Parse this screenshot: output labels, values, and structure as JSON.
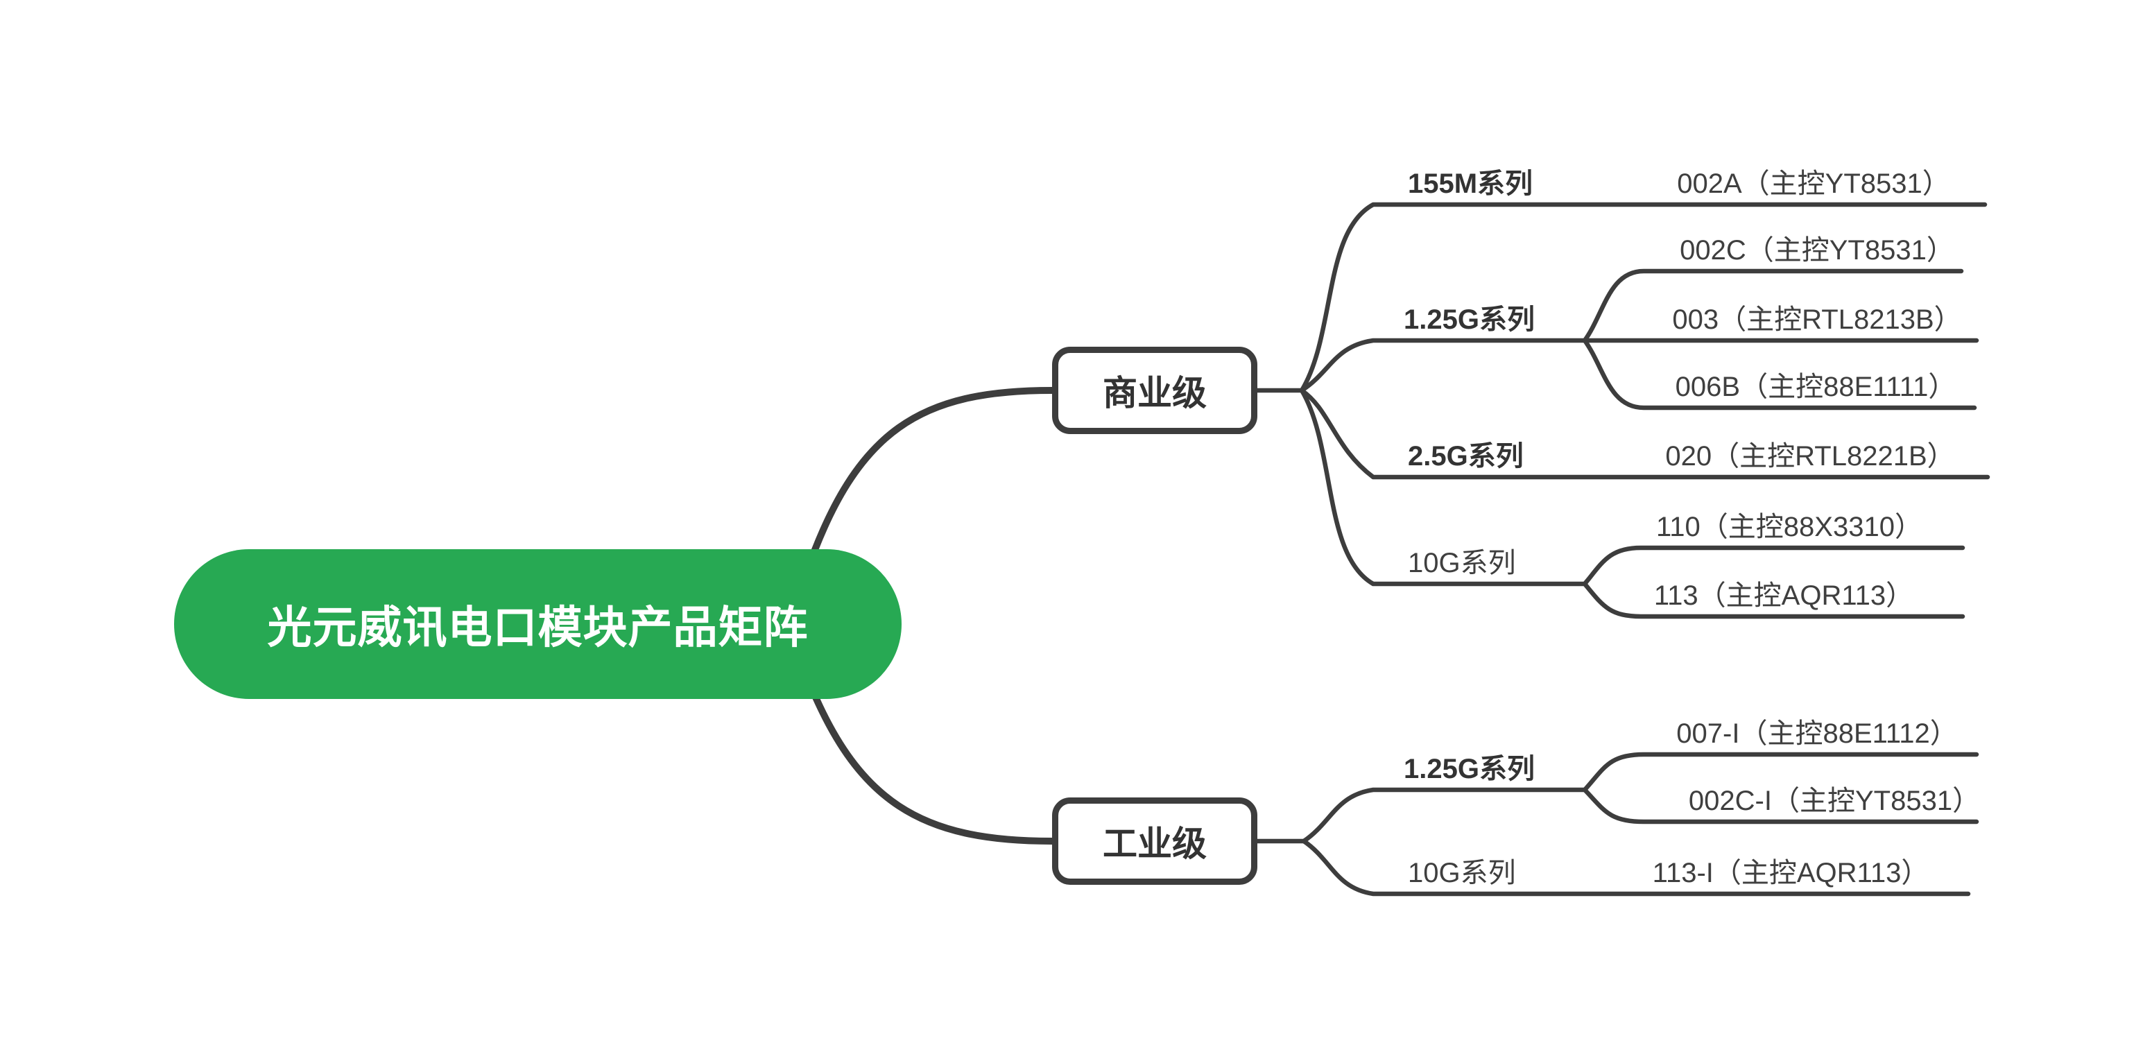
{
  "colors": {
    "accent": "#27A953",
    "line": "#3D3D3D",
    "ink": "#333333",
    "ink_leaf": "#3F3F3F"
  },
  "root": {
    "label": "光元威讯电口模块产品矩阵"
  },
  "branches": [
    {
      "label": "商业级",
      "series": [
        {
          "label": "155M系列",
          "products": [
            "002A（主控YT8531）"
          ]
        },
        {
          "label": "1.25G系列",
          "products": [
            "002C（主控YT8531）",
            "003（主控RTL8213B）",
            "006B（主控88E1111）"
          ]
        },
        {
          "label": "2.5G系列",
          "products": [
            "020（主控RTL8221B）"
          ]
        },
        {
          "label": "10G系列",
          "products": [
            "110（主控88X3310）",
            "113（主控AQR113）"
          ]
        }
      ]
    },
    {
      "label": "工业级",
      "series": [
        {
          "label": "1.25G系列",
          "products": [
            "007-I（主控88E1112）",
            "002C-I（主控YT8531）"
          ]
        },
        {
          "label": "10G系列",
          "products": [
            "113-I（主控AQR113）"
          ]
        }
      ]
    }
  ]
}
